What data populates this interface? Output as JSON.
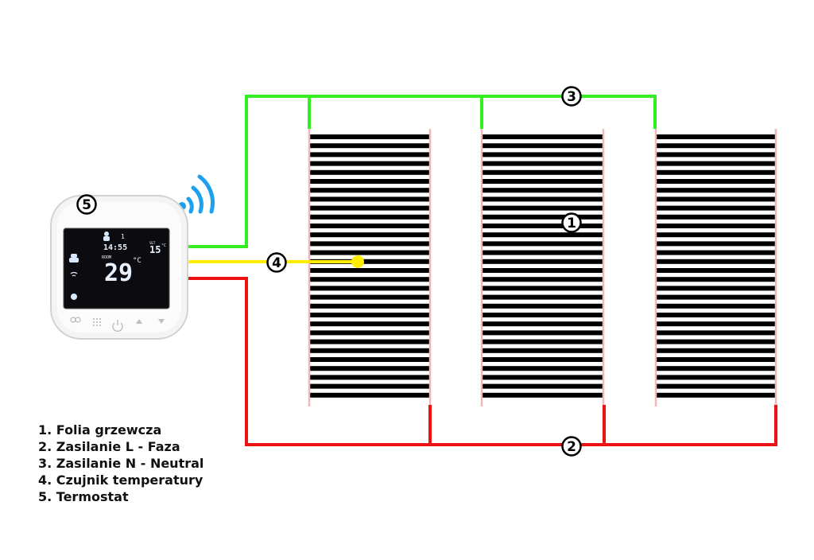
{
  "callouts": {
    "film": "1",
    "phase": "2",
    "neutral": "3",
    "sensor": "4",
    "thermostat": "5"
  },
  "legend": [
    {
      "text": "1. Folia grzewcza"
    },
    {
      "text": "2. Zasilanie L - Faza"
    },
    {
      "text": "3. Zasilanie N - Neutral"
    },
    {
      "text": "4. Czujnik temperatury"
    },
    {
      "text": "5. Termostat"
    }
  ],
  "thermostat_display": {
    "time": "14:55",
    "room_label": "ROOM",
    "room_temp": "29",
    "room_unit": "°C",
    "set_label": "SET",
    "set_temp": "15",
    "set_unit": "°C",
    "small_index": "1"
  },
  "colors": {
    "neutral_wire": "#33ee22",
    "phase_wire": "#ee1111",
    "sensor_wire": "#ffee00",
    "heating_stripe": "#000000",
    "film_edge": "#f0b8b8",
    "wifi": "#1ea0f0"
  },
  "icons": [
    "wifi-icon",
    "power-icon",
    "up-arrow-icon",
    "down-arrow-icon",
    "fan-icon",
    "menu-icon"
  ]
}
